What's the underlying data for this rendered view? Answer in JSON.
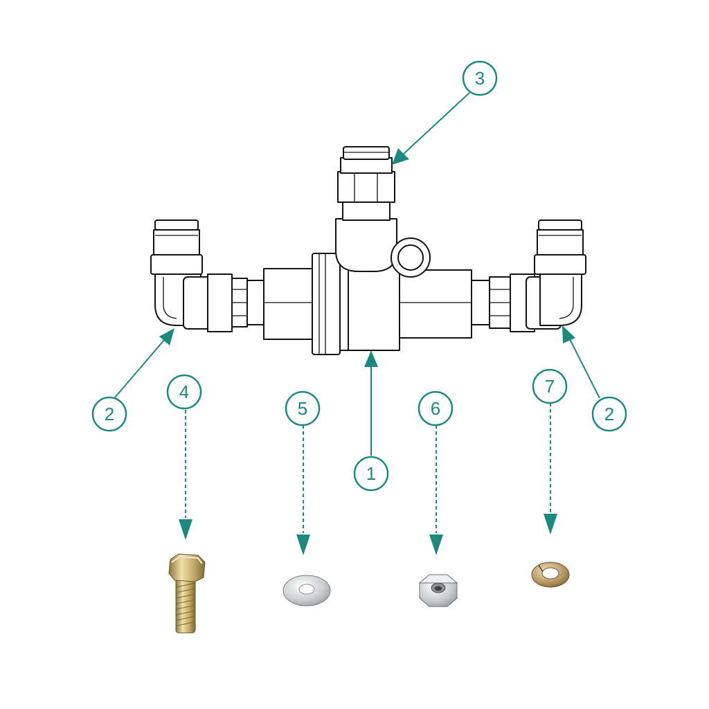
{
  "colors": {
    "callout": "#1a8a7e",
    "line_art": "#111111",
    "brass": "#c8b27a",
    "steel": "#c9cbcd"
  },
  "callouts": [
    {
      "id": "body",
      "label": "1"
    },
    {
      "id": "elbow-left",
      "label": "2"
    },
    {
      "id": "elbow-right",
      "label": "2"
    },
    {
      "id": "top-fitting",
      "label": "3"
    },
    {
      "id": "bolt",
      "label": "4"
    },
    {
      "id": "flat-washer",
      "label": "5"
    },
    {
      "id": "hex-nut",
      "label": "6"
    },
    {
      "id": "lock-washer",
      "label": "7"
    }
  ]
}
